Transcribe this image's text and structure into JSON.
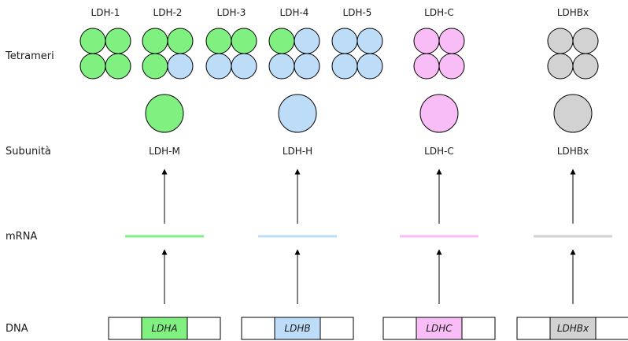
{
  "rows": {
    "tetramers": "Tetrameri",
    "subunits": "Subunità",
    "mrna": "mRNA",
    "dna": "DNA"
  },
  "colors": {
    "M": "#80f080",
    "H": "#bcdcf8",
    "C": "#f8bcf6",
    "X": "#d2d2d2"
  },
  "isozymes": [
    {
      "label": "LDH-1",
      "subunits": [
        "M",
        "M",
        "M",
        "M"
      ]
    },
    {
      "label": "LDH-2",
      "subunits": [
        "M",
        "M",
        "M",
        "H"
      ]
    },
    {
      "label": "LDH-3",
      "subunits": [
        "M",
        "M",
        "H",
        "H"
      ]
    },
    {
      "label": "LDH-4",
      "subunits": [
        "M",
        "H",
        "H",
        "H"
      ]
    },
    {
      "label": "LDH-5",
      "subunits": [
        "H",
        "H",
        "H",
        "H"
      ]
    },
    {
      "label": "LDH-C",
      "subunits": [
        "C",
        "C",
        "C",
        "C"
      ]
    },
    {
      "label": "LDHBx",
      "subunits": [
        "X",
        "X",
        "X",
        "X"
      ]
    }
  ],
  "genes": [
    {
      "subunit": "LDH-M",
      "gene": "LDHA",
      "color_key": "M"
    },
    {
      "subunit": "LDH-H",
      "gene": "LDHB",
      "color_key": "H"
    },
    {
      "subunit": "LDH-C",
      "gene": "LDHC",
      "color_key": "C"
    },
    {
      "subunit": "LDHBx",
      "gene": "LDHBx",
      "color_key": "X"
    }
  ]
}
